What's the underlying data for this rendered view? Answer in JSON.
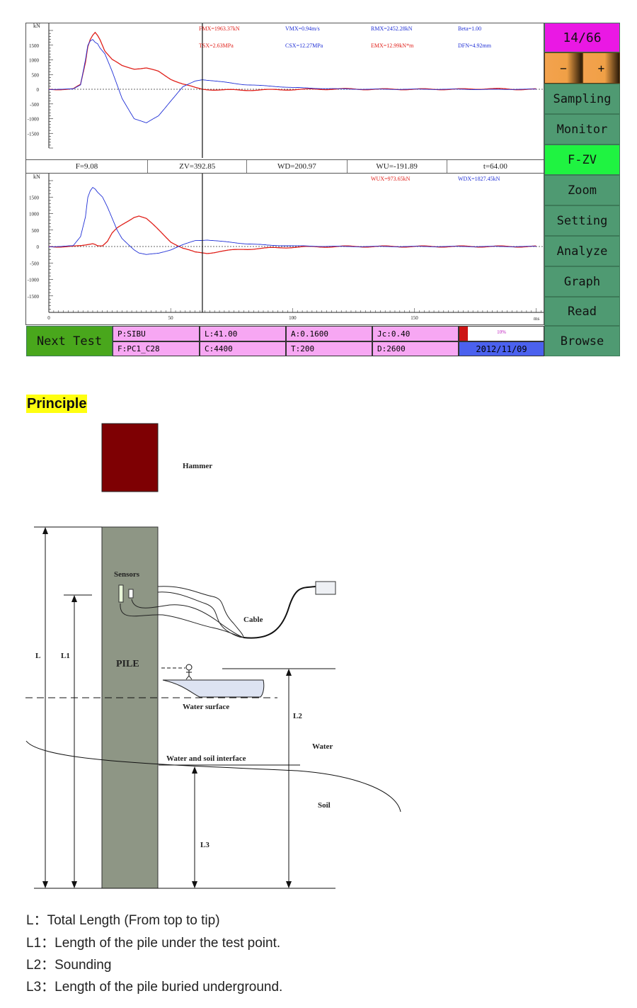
{
  "top_chart": {
    "y_unit": "kN",
    "y_ticks": [
      "1500",
      "1000",
      "500",
      "0",
      "-500",
      "-1000",
      "-1500"
    ],
    "y_values": [
      1500,
      1000,
      500,
      0,
      -500,
      -1000,
      -1500
    ],
    "ylim": [
      -2000,
      2000
    ],
    "readouts": [
      {
        "text": "FMX=1963.37kN",
        "color": "#e0201a"
      },
      {
        "text": "VMX=0.94m/s",
        "color": "#1f2fd6"
      },
      {
        "text": "RMX=2452.28kN",
        "color": "#1f2fd6"
      },
      {
        "text": "Beta=1.00",
        "color": "#1f2fd6"
      },
      {
        "text": "TSX=2.63MPa",
        "color": "#e0201a"
      },
      {
        "text": "CSX=12.27MPa",
        "color": "#1f2fd6"
      },
      {
        "text": "EMX=12.99kN*m",
        "color": "#e0201a"
      },
      {
        "text": "DFN=4.92mm",
        "color": "#1f2fd6"
      }
    ]
  },
  "cursor_bar": [
    "F=9.08",
    "ZV=392.85",
    "WD=200.97",
    "WU=-191.89",
    "t=64.00"
  ],
  "bottom_chart": {
    "y_unit": "kN",
    "y_ticks": [
      "1500",
      "1000",
      "500",
      "0",
      "-500",
      "-1000",
      "-1500"
    ],
    "y_values": [
      1500,
      1000,
      500,
      0,
      -500,
      -1000,
      -1500
    ],
    "ylim": [
      -2000,
      2000
    ],
    "x_ticks": [
      "0",
      "50",
      "100",
      "150"
    ],
    "x_values": [
      0,
      50,
      100,
      150
    ],
    "x_unit": "ms",
    "xlim": [
      0,
      203
    ],
    "readouts": [
      {
        "text": "WUX=973.65kN",
        "color": "#e0201a"
      },
      {
        "text": "WDX=1827.45kN",
        "color": "#1f2fd6"
      }
    ]
  },
  "chart_data": [
    {
      "type": "line",
      "x": [
        0,
        5,
        10,
        13,
        15,
        16,
        17,
        18,
        19,
        20,
        21,
        23,
        26,
        30,
        35,
        40,
        45,
        50,
        55,
        60,
        63,
        70,
        80,
        90,
        100,
        110,
        120,
        130,
        150,
        170,
        180,
        190,
        200
      ],
      "series": [
        {
          "color": "#e0201a",
          "values": [
            0,
            0,
            5,
            150,
            900,
            1450,
            1700,
            1850,
            1950,
            1850,
            1700,
            1300,
            1000,
            800,
            700,
            720,
            600,
            350,
            180,
            50,
            0,
            -20,
            -30,
            -20,
            -10,
            0,
            10,
            0,
            0,
            0,
            20,
            0,
            0
          ]
        },
        {
          "color": "#1f2fd6",
          "values": [
            0,
            0,
            5,
            150,
            1000,
            1500,
            1650,
            1700,
            1600,
            1550,
            1400,
            1200,
            600,
            -300,
            -1000,
            -1150,
            -900,
            -400,
            80,
            280,
            330,
            260,
            160,
            110,
            60,
            30,
            10,
            0,
            0,
            0,
            -10,
            0,
            0
          ]
        }
      ],
      "xlim": [
        0,
        203
      ],
      "ylim": [
        -2000,
        2000
      ]
    },
    {
      "type": "line",
      "x": [
        0,
        5,
        10,
        13,
        15,
        16,
        17,
        18,
        19,
        20,
        22,
        24,
        26,
        28,
        30,
        35,
        37,
        40,
        45,
        50,
        55,
        60,
        65,
        70,
        80,
        90,
        100,
        120,
        150,
        180,
        200
      ],
      "series": [
        {
          "color": "#e0201a",
          "values": [
            0,
            0,
            0,
            10,
            40,
            60,
            80,
            100,
            80,
            40,
            30,
            150,
            400,
            550,
            650,
            900,
            940,
            850,
            500,
            150,
            -50,
            -180,
            -200,
            -150,
            -80,
            -50,
            -20,
            0,
            0,
            0,
            0
          ]
        },
        {
          "color": "#1f2fd6",
          "values": [
            0,
            0,
            20,
            300,
            900,
            1500,
            1700,
            1800,
            1750,
            1650,
            1500,
            1200,
            850,
            500,
            250,
            -100,
            -200,
            -250,
            -200,
            -100,
            50,
            180,
            200,
            160,
            90,
            40,
            20,
            0,
            0,
            0,
            0
          ]
        }
      ],
      "xlim": [
        0,
        203
      ],
      "ylim": [
        -2000,
        2000
      ]
    }
  ],
  "side_buttons": {
    "page": "14/66",
    "minus": "−",
    "plus": "+",
    "items": [
      "Sampling",
      "Monitor",
      "F-ZV",
      "Zoom",
      "Setting",
      "Analyze",
      "Graph",
      "Read",
      "Browse"
    ]
  },
  "bottom_bar": {
    "next_test": "Next Test",
    "cells": [
      "P:SIBU",
      "L:41.00",
      "A:0.1600",
      "Jc:0.40",
      "F:PC1_C28",
      "C:4400",
      "T:200",
      "D:2600"
    ],
    "progress_label": "10%",
    "progress": 0.1,
    "date": "2012/11/09"
  },
  "principle": {
    "heading": "Principle",
    "hammer": "Hammer",
    "sensors": "Sensors",
    "cable": "Cable",
    "pile": "PILE",
    "L": "L",
    "L1": "L1",
    "L2": "L2",
    "L3": "L3",
    "water_surface": "Water surface",
    "water": "Water",
    "interface": "Water and soil interface",
    "soil": "Soil"
  },
  "definitions": [
    "L：Total Length (From top to tip)",
    "L1：Length of the pile under the test point.",
    "L2：Sounding",
    "L3：Length of the pile buried underground."
  ]
}
